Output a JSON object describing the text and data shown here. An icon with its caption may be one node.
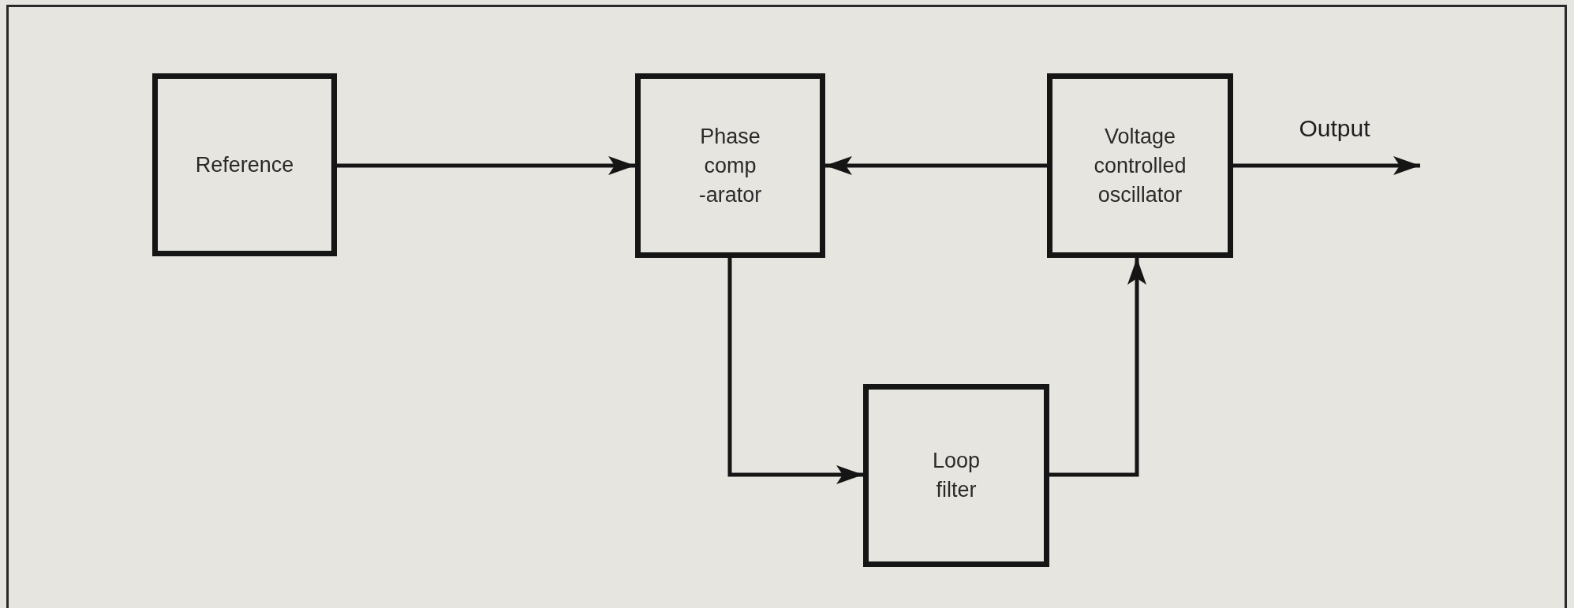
{
  "diagram": {
    "nodes": [
      {
        "text": [
          "Reference"
        ]
      },
      {
        "text": [
          "Phase comp -arator"
        ]
      },
      {
        "text": [
          "Voltage controlled oscillator"
        ]
      },
      {
        "text": [
          "Loop filter"
        ]
      }
    ],
    "edges": [
      {
        "from": 0,
        "to": 1,
        "arrow": "to"
      },
      {
        "from": 2,
        "to": 1,
        "arrow": "to"
      },
      {
        "from": 1,
        "to": 3,
        "arrow": "to"
      },
      {
        "from": 3,
        "to": 2,
        "arrow": "to"
      },
      {
        "from": 2,
        "to": null,
        "arrow": "to",
        "label": "Output"
      }
    ]
  }
}
